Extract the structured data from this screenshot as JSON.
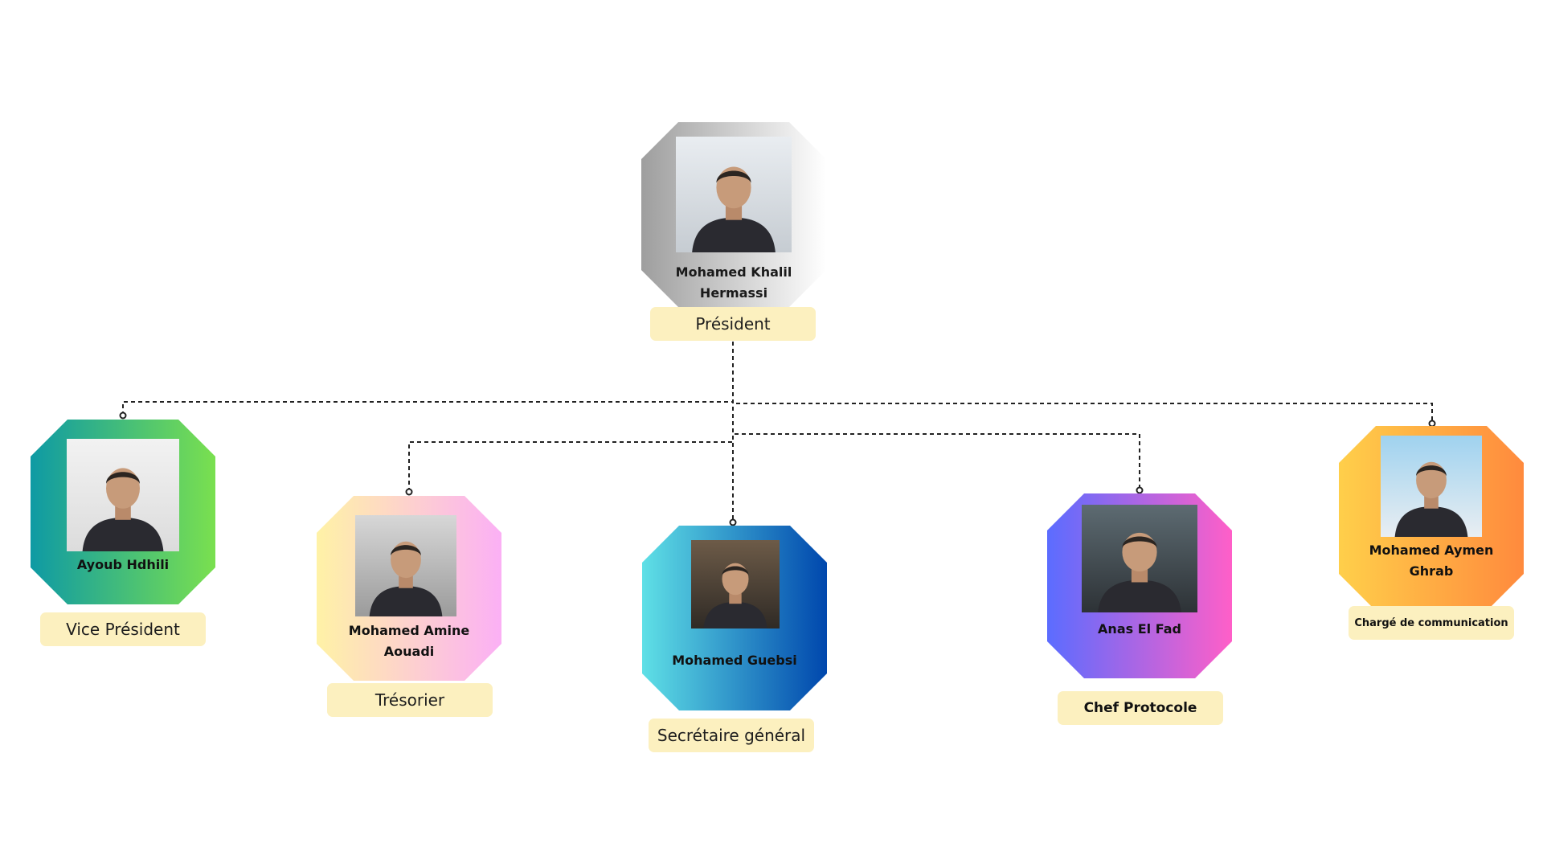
{
  "members": [
    {
      "id": "president",
      "name": "Mohamed Khalil Hermassi",
      "role": "Président",
      "icon": "person-photo-icon",
      "gradient": [
        "#9e9e9e",
        "#ffffff"
      ],
      "name_color": "#1a1a1a",
      "photo_bg": [
        "#e9edf1",
        "#c6ccd2"
      ]
    },
    {
      "id": "vice-president",
      "name": "Ayoub Hdhili",
      "role": "Vice Président",
      "icon": "person-photo-icon",
      "gradient": [
        "#0e9aa4",
        "#7ae04f"
      ],
      "name_color": "#111111",
      "photo_bg": [
        "#f2f2f2",
        "#dcdcdc"
      ]
    },
    {
      "id": "tresorier",
      "name": "Mohamed Amine Aouadi",
      "role": "Trésorier",
      "icon": "person-photo-icon",
      "gradient": [
        "#fff2a6",
        "#fbb0f5"
      ],
      "name_color": "#111111",
      "photo_bg": [
        "#d7d7d7",
        "#9b9b9b"
      ]
    },
    {
      "id": "secretaire",
      "name": "Mohamed Guebsi",
      "role": "Secrétaire général",
      "icon": "person-photo-icon",
      "gradient": [
        "#5fe0e6",
        "#0047ad"
      ],
      "name_color": "#111111",
      "photo_bg": [
        "#6d5b48",
        "#2f2a25"
      ]
    },
    {
      "id": "chef-protocole",
      "name": "Anas El Fad",
      "role": "Chef Protocole",
      "icon": "person-photo-icon",
      "gradient": [
        "#5b6cff",
        "#ff5fc8"
      ],
      "name_color": "#111111",
      "photo_bg": [
        "#5d6b72",
        "#2d3236"
      ]
    },
    {
      "id": "communication",
      "name": "Mohamed Aymen Ghrab",
      "role": "Chargé de communication",
      "icon": "person-photo-icon",
      "gradient": [
        "#ffcf4a",
        "#ff8a3d"
      ],
      "name_color": "#111111",
      "photo_bg": [
        "#9fd2ef",
        "#e9eef2"
      ]
    }
  ],
  "connector_color": "#222222"
}
